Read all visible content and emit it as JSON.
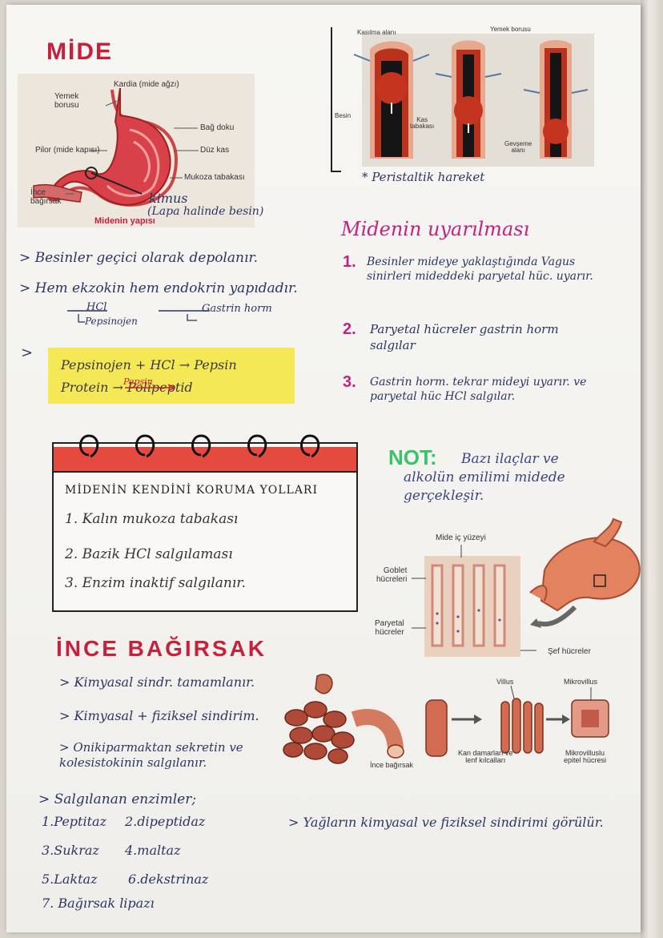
{
  "mide": {
    "title": "MİDE",
    "figure": {
      "labels": {
        "yemek_borusu": "Yemek\nborusu",
        "kardia": "Kardia (mide ağzı)",
        "bag_doku": "Bağ doku",
        "pilor": "Pilor (mide kapısı)",
        "duz_kas": "Düz kas",
        "mukoza": "Mukoza tabakası",
        "ince_bagirsak": "İnce\nbağırsak"
      },
      "caption": "Midenin yapısı",
      "hand_note_1": "kimus",
      "hand_note_2": "(Lapa halinde besin)"
    },
    "notes": [
      "> Besinler geçici olarak depolanır.",
      "> Hem ekzokin hem endokrin yapıdadır."
    ],
    "exo_sub_1": "HCl",
    "exo_sub_2": "Pepsinojen",
    "endo_sub": "Gastrin horm",
    "arrow_mark": ">",
    "reactions": [
      "Pepsinojen + HCl → Pepsin",
      "Protein → Polipeptid"
    ],
    "reaction_enzyme": "Pepsin"
  },
  "peristalsis": {
    "labels": {
      "kasilma": "Kasılma alanı",
      "yemek_borusu": "Yemek borusu",
      "besin": "Besin",
      "kas": "Kas\ntabakası",
      "gevseme": "Gevşeme\nalanı"
    },
    "caption": "* Peristaltik hareket"
  },
  "uyarilmasi": {
    "title": "Midenin uyarılması",
    "items": [
      {
        "num": "1.",
        "text": "Besinler mideye yaklaştığında Vagus sinirleri mideddeki paryetal hüc. uyarır."
      },
      {
        "num": "2.",
        "text": "Paryetal hücreler gastrin horm salgılar"
      },
      {
        "num": "3.",
        "text": "Gastrin horm. tekrar mideyi uyarır. ve paryetal hüc HCl salgılar."
      }
    ]
  },
  "korunma": {
    "title": "MİDENİN KENDİNİ KORUMA YOLLARI",
    "items": [
      "1. Kalın mukoza tabakası",
      "2. Bazik HCl salgılaması",
      "3. Enzim inaktif salgılanır."
    ]
  },
  "not": {
    "label": "NOT:",
    "text": "Bazı ilaçlar ve alkolün emilimi midede gerçekleşir."
  },
  "villi_figure": {
    "mide_ic": "Mide iç yüzeyi",
    "goblet": "Goblet\nhücreleri",
    "paryetal": "Paryetal\nhücreler",
    "sef": "Şef hücreler"
  },
  "ince_bagirsak": {
    "title": "İNCE BAĞIRSAK",
    "notes": [
      "> Kimyasal sindr. tamamlanır.",
      "> Kimyasal + fiziksel sindirim.",
      "> Onikiparmaktan sekretin ve kolesistokinin salgılanır."
    ],
    "enzymes_title": "> Salgılanan enzimler;",
    "enzymes": [
      "1.Peptitaz",
      "2.dipeptidaz",
      "3.Sukraz",
      "4.maltaz",
      "5.Laktaz",
      "6.dekstrinaz",
      "7. Bağırsak lipazı"
    ],
    "figure": {
      "villus": "Villus",
      "mikrovillus": "Mikrovillus",
      "ince_bagirsak": "İnce bağırsak",
      "kan": "Kan damarları ve\nlenf kılcalları",
      "epitel": "Mikrovilluslu\nepitel hücresi"
    },
    "yag_note": "> Yağların kimyasal ve fiziksel sindirimi görülür."
  },
  "colors": {
    "heading_red": "#c8203a",
    "ink_blue": "#2b3562",
    "highlight_yellow": "#f4e857",
    "calendar_red": "#e54a3e",
    "pink": "#c0247e",
    "green": "#39c46a"
  }
}
